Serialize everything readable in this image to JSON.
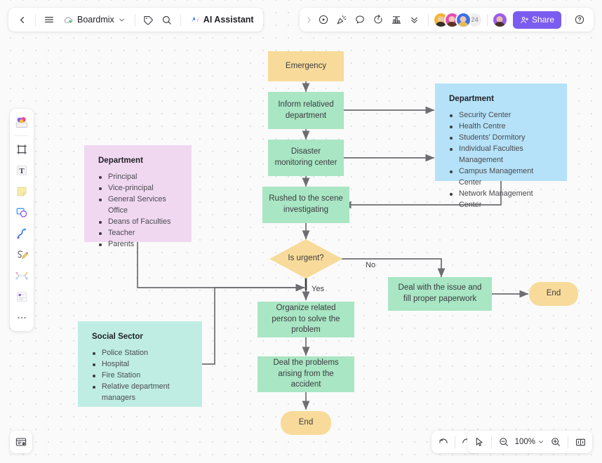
{
  "topbar": {
    "back_icon": "chevron-left-icon",
    "menu_icon": "hamburger-menu-icon",
    "doc_icon": "boardmix-cloud-logo-icon",
    "doc_title": "Boardmix",
    "doc_chevron": "chevron-down-icon",
    "tag_icon": "tag-icon",
    "search_icon": "search-icon",
    "ai_icon": "ai-sparkle-icon",
    "ai_label": "AI Assistant",
    "right_expand_icon": "chevron-right-icon",
    "present_icon": "play-circle-icon",
    "celebrate_icon": "party-popper-icon",
    "comment_icon": "comment-bubble-icon",
    "timer_icon": "timer-icon",
    "vote_icon": "vote-chart-icon",
    "more_icon": "chevron-double-down-icon",
    "collaborator_count": "24",
    "share_icon": "share-person-icon",
    "share_label": "Share",
    "help_icon": "help-circle-icon"
  },
  "left_toolbar": {
    "items": [
      {
        "icon": "templates-icon",
        "name": "tool-templates"
      },
      {
        "icon": "frame-icon",
        "name": "tool-frame"
      },
      {
        "icon": "text-icon",
        "name": "tool-text"
      },
      {
        "icon": "sticky-note-icon",
        "name": "tool-sticky-note"
      },
      {
        "icon": "shapes-icon",
        "name": "tool-shapes"
      },
      {
        "icon": "connector-icon",
        "name": "tool-connector"
      },
      {
        "icon": "pen-icon",
        "name": "tool-pen"
      },
      {
        "icon": "mindmap-icon",
        "name": "tool-mindmap"
      },
      {
        "icon": "table-icon",
        "name": "tool-table"
      },
      {
        "icon": "more-dots-icon",
        "name": "tool-more"
      }
    ]
  },
  "bottom_left": {
    "icon": "presentation-settings-icon",
    "name": "board-settings-button"
  },
  "bottom_right": {
    "undo_icon": "undo-arrow-icon",
    "redo_icon": "redo-arrow-icon",
    "cursor_icon": "cursor-pointer-icon",
    "zoom_out_icon": "zoom-out-icon",
    "zoom_level": "100%",
    "zoom_chevron": "chevron-down-icon",
    "zoom_in_icon": "zoom-in-icon",
    "fit_icon": "fit-to-screen-icon"
  },
  "colors": {
    "green": "#A9E6C4",
    "yellow": "#F8DB9A",
    "purple_panel": "#F0D8F1",
    "blue_panel": "#B5E2F8",
    "mint_panel": "#BFEDE4",
    "connector": "#6d6d72",
    "accent": "#7b5cf0",
    "canvas_bg": "#fafafa"
  },
  "flowchart": {
    "nodes": {
      "emergency": "Emergency",
      "inform": "Inform relatived department",
      "monitor": "Disaster monitoring center",
      "rushed": "Rushed to the scene investigating",
      "decision": "Is urgent?",
      "organize": "Organize related person to solve the problem",
      "deal_accident": "Deal the problems arising from the accident",
      "end_left": "End",
      "deal_issue": "Deal with the issue and fill proper paperwork",
      "end_right": "End"
    },
    "edge_labels": {
      "yes": "Yes",
      "no": "No"
    },
    "panels": [
      {
        "name": "panel-department-left",
        "title": "Department",
        "items": [
          "Principal",
          "Vice-principal",
          "General Services Office",
          "Deans of Faculties",
          "Teacher",
          "Parents"
        ]
      },
      {
        "name": "panel-department-right",
        "title": "Department",
        "items": [
          "Security Center",
          "Health Centre",
          "Students' Dormitory",
          "Individual Faculties Management",
          "Campus Management Center",
          "Network Management Center"
        ]
      },
      {
        "name": "panel-social-sector",
        "title": "Social Sector",
        "items": [
          "Police Station",
          "Hospital",
          "Fire Station",
          "Relative department managers"
        ]
      }
    ]
  }
}
